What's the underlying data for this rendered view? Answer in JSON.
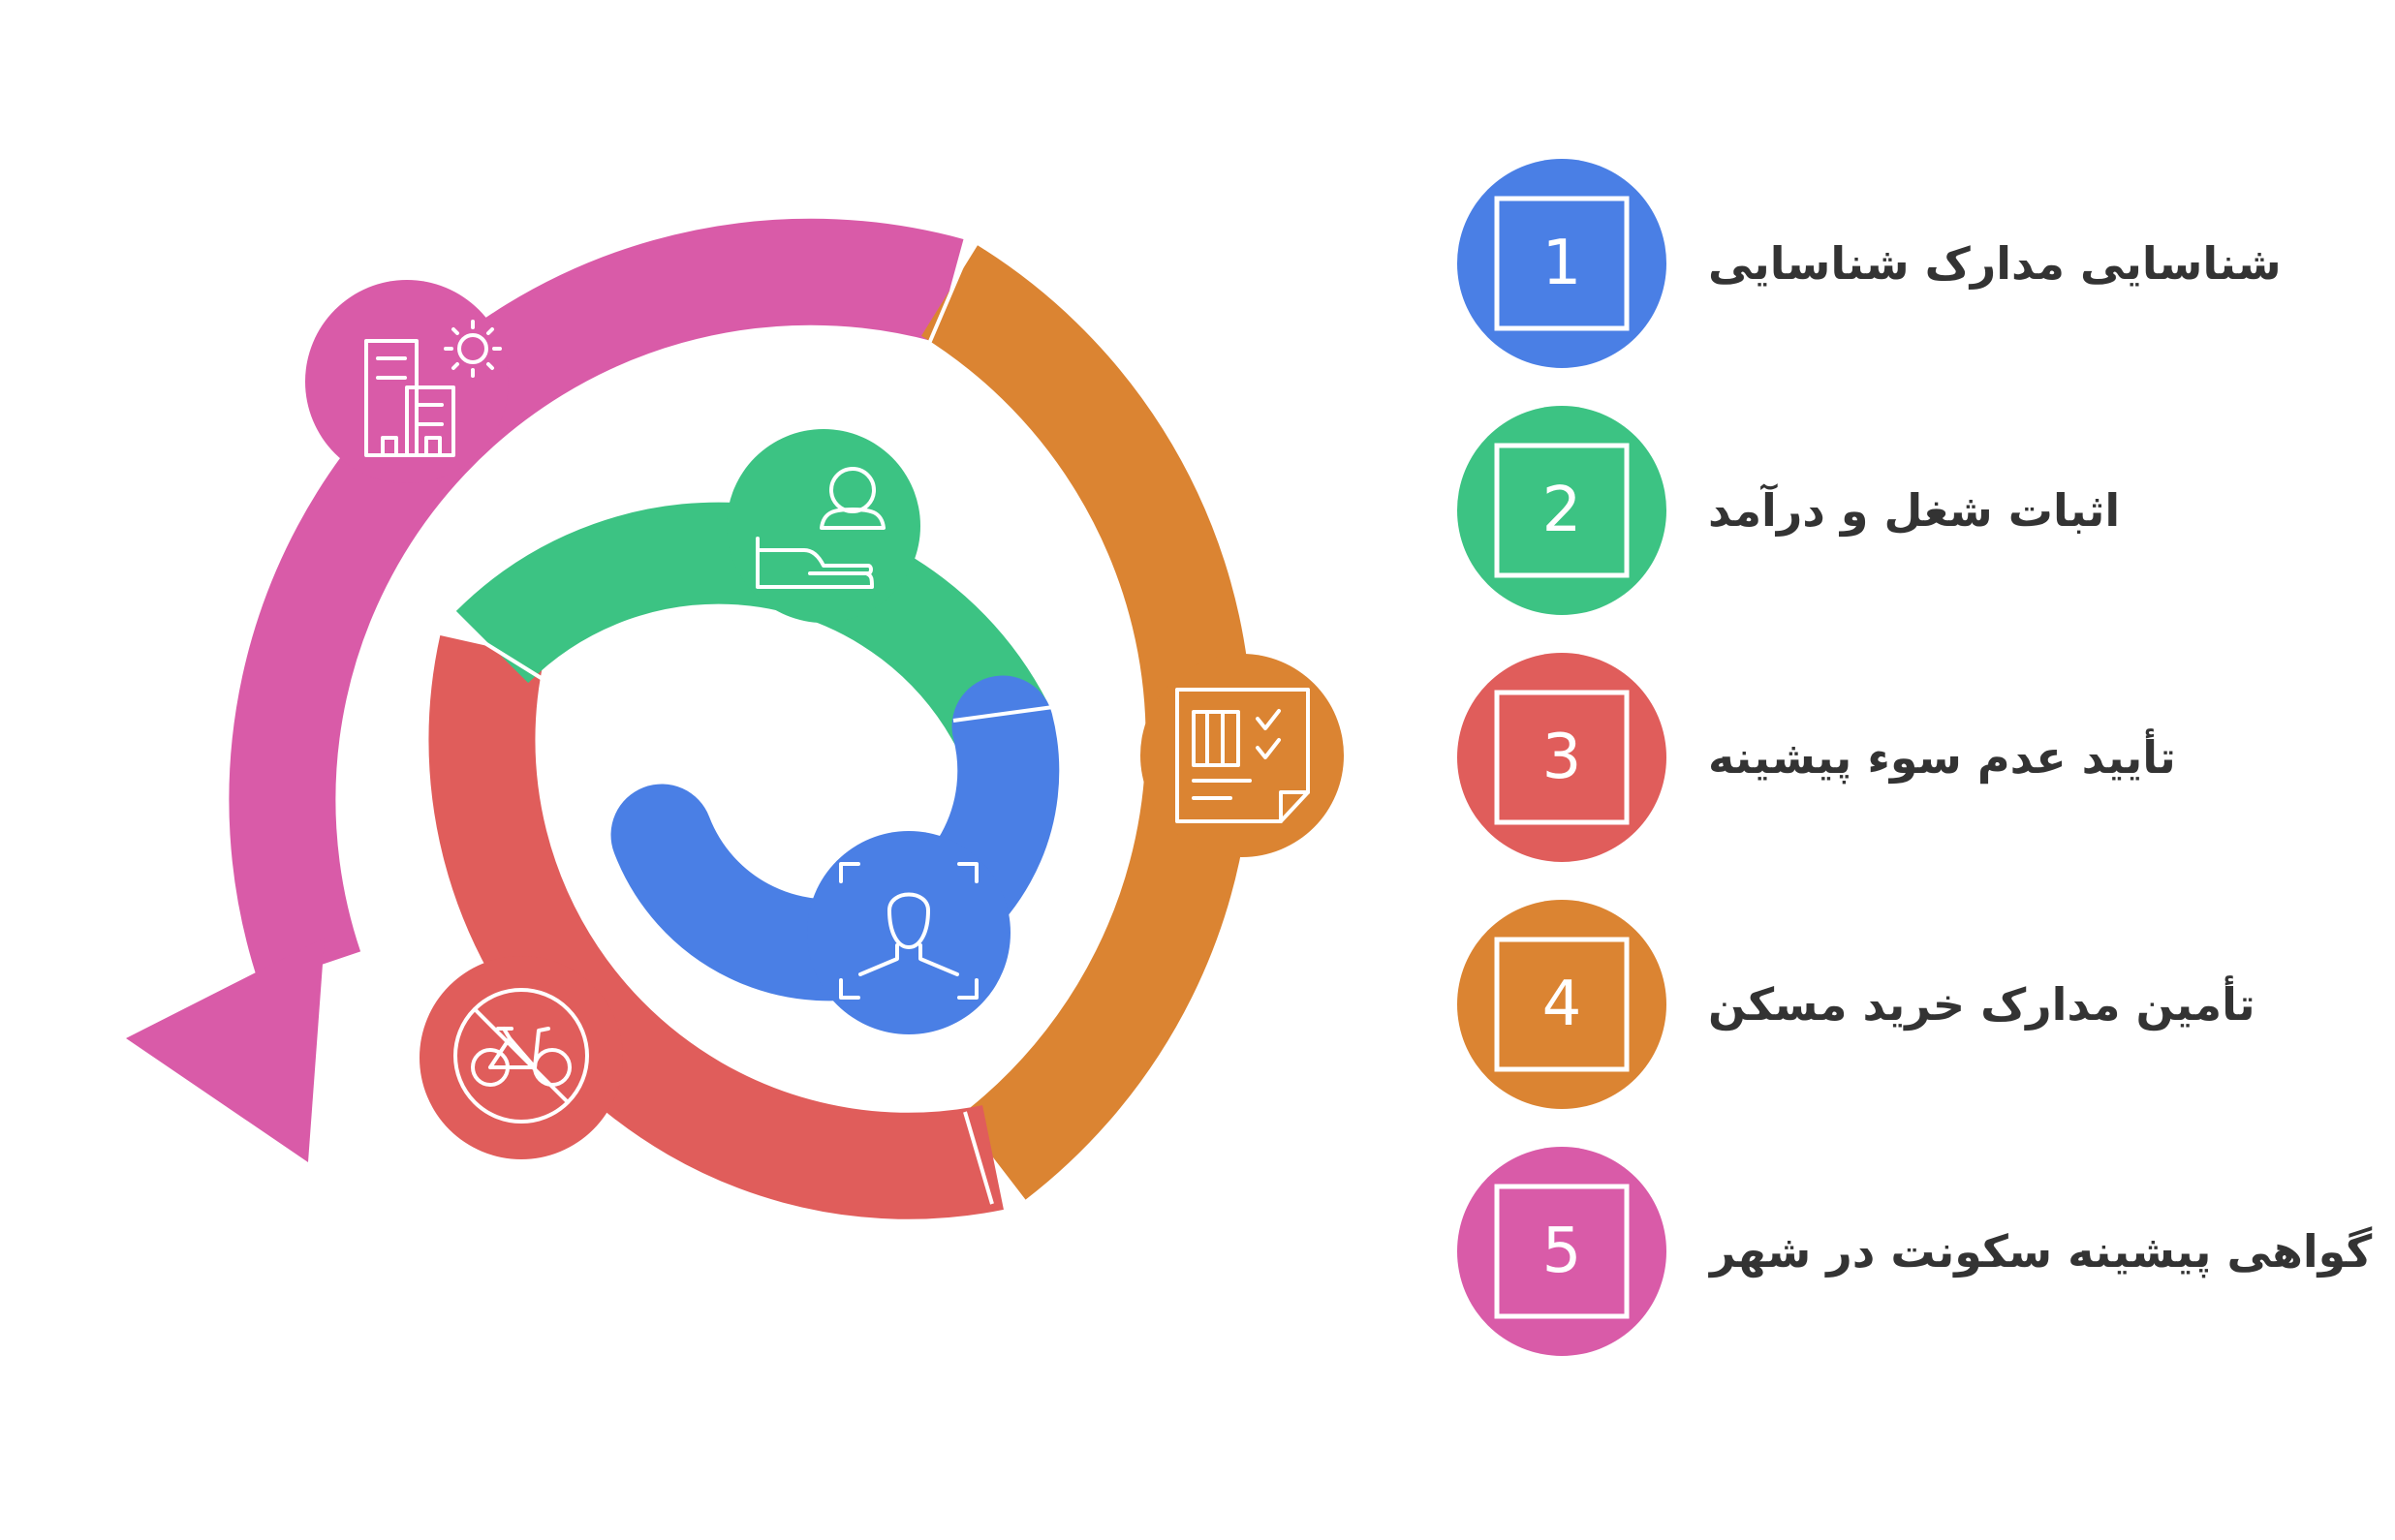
{
  "steps": [
    {
      "number": "1",
      "label": "شناسایی مدارک شناسایی",
      "color": "#4A7FE5",
      "icon": "face-scan-icon"
    },
    {
      "number": "2",
      "label": "اثبات شغل و درآمد",
      "color": "#3CC383",
      "icon": "person-hand-icon"
    },
    {
      "number": "3",
      "label": "تأیید عدم سوء پیشینه",
      "color": "#E05D5B",
      "icon": "no-bicycle-icon"
    },
    {
      "number": "4",
      "label": "تأمین مدارک خرید مسکن",
      "color": "#DB8432",
      "icon": "document-checklist-icon"
    },
    {
      "number": "5",
      "label": "گواهی پیشینه سکونت در شهر",
      "color": "#D95BA8",
      "icon": "buildings-sun-icon"
    }
  ]
}
